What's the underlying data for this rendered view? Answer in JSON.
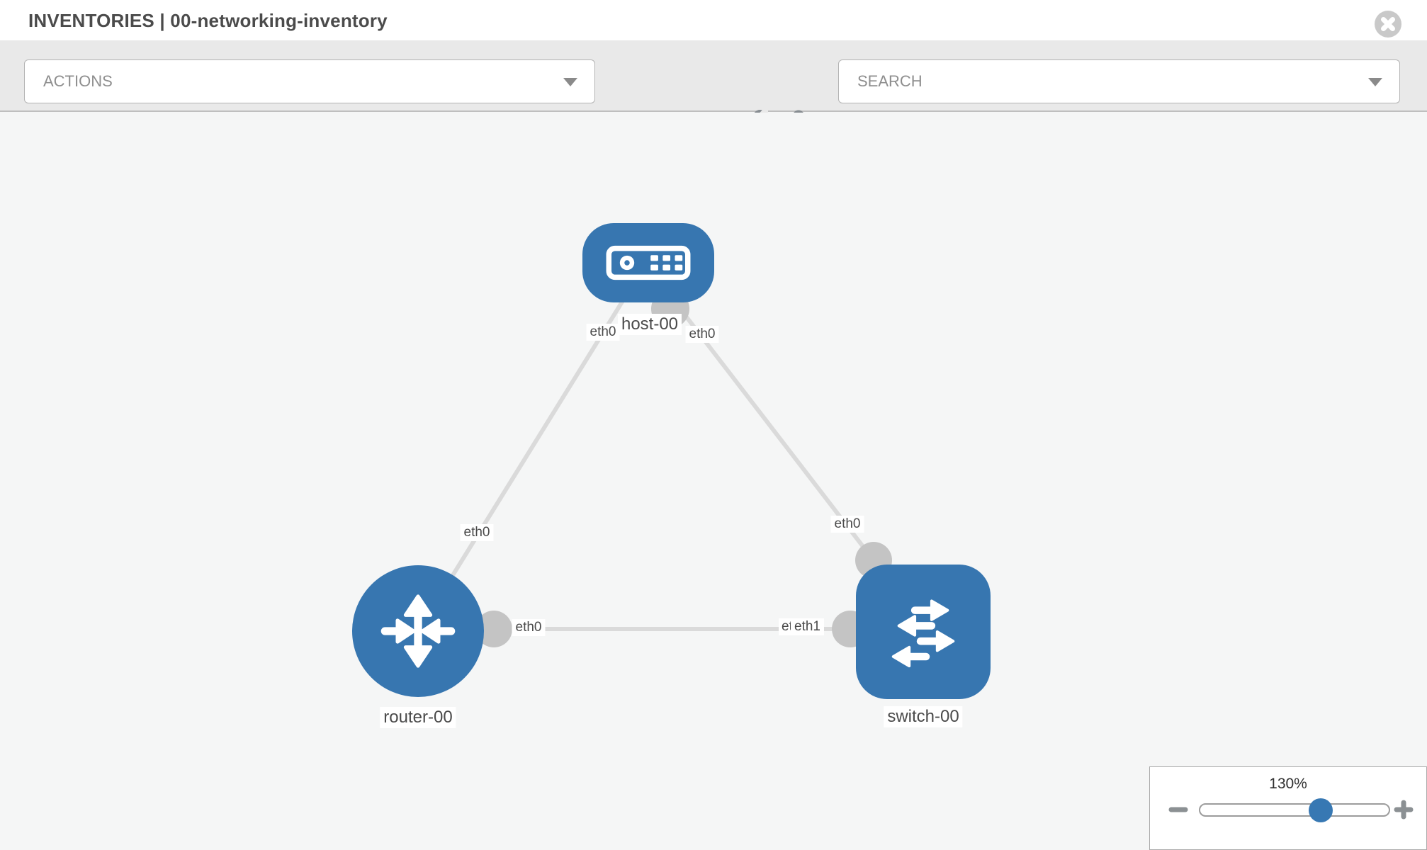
{
  "header": {
    "title": "INVENTORIES | 00-networking-inventory"
  },
  "toolbar": {
    "actions_label": "ACTIONS",
    "search_label": "SEARCH"
  },
  "topology": {
    "nodes": [
      {
        "id": "host-00",
        "type": "host",
        "label": "host-00"
      },
      {
        "id": "router-00",
        "type": "router",
        "label": "router-00"
      },
      {
        "id": "switch-00",
        "type": "switch",
        "label": "switch-00"
      }
    ],
    "links": [
      {
        "source": "host-00",
        "source_interface": "eth0",
        "target": "router-00",
        "target_interface": "eth0"
      },
      {
        "source": "host-00",
        "source_interface": "eth0",
        "target": "switch-00",
        "target_interface": "eth0"
      },
      {
        "source": "router-00",
        "source_interface": "eth0",
        "target": "switch-00",
        "target_interface": "eth1"
      }
    ]
  },
  "zoom_control": {
    "level": "130%"
  },
  "icons": [
    "close-icon",
    "wrench-icon",
    "key-icon",
    "chevron-down-icon",
    "host-icon",
    "router-icon",
    "switch-icon",
    "minus-icon",
    "plus-icon"
  ],
  "colors": {
    "node_blue": "#3776b0",
    "link_gray": "#dadada",
    "interface_gray": "#c4c4c4",
    "toolbar_gray": "#e9e9e9",
    "slider_handle_blue": "#3778b3"
  }
}
